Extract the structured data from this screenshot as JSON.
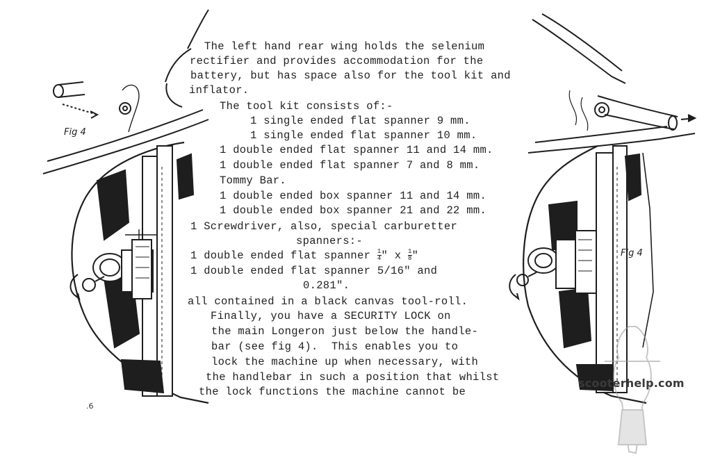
{
  "body_text": {
    "l01": "The left hand rear wing holds the selenium",
    "l02": "rectifier and provides accommodation for the",
    "l03": "battery, but has space also for the tool kit and",
    "l04": "inflator.",
    "l05": "The tool kit consists of:-",
    "l06": "1 single ended flat spanner 9 mm.",
    "l07": "1 single ended flat spanner 10 mm.",
    "l08": "1 double ended flat spanner 11 and 14 mm.",
    "l09": "1 double ended flat spanner 7 and 8 mm.",
    "l10": "Tommy Bar.",
    "l11": "1 double ended box spanner 11 and 14 mm.",
    "l12": "1 double ended box spanner 21 and 22 mm.",
    "l13": "1 Screwdriver, also, special carburetter",
    "l14": "spanners:-",
    "l15a": "1 double ended flat spanner ",
    "l15_f1_num": "1",
    "l15_f1_den": "4",
    "l15b": "\" x ",
    "l15_f2_num": "1",
    "l15_f2_den": "8",
    "l15c": "\"",
    "l16": "1 double ended flat spanner 5/16\" and",
    "l17": "0.281\".",
    "l18": "all contained in a black canvas tool-roll.",
    "l19": "Finally, you have a SECURITY LOCK on",
    "l20": "the main Longeron just below the handle-",
    "l21": "bar (see fig 4).  This enables you to",
    "l22": "lock the machine up when necessary, with",
    "l23": "the handlebar in such a position that whilst",
    "l24": "the lock functions the machine cannot be"
  },
  "figures": {
    "left_label": "Fig 4",
    "right_label": "Fig 4"
  },
  "page_number": ".6",
  "watermark": "scooterhelp.com",
  "colors": {
    "ink": "#1e1e1e",
    "paper": "#ffffff"
  }
}
